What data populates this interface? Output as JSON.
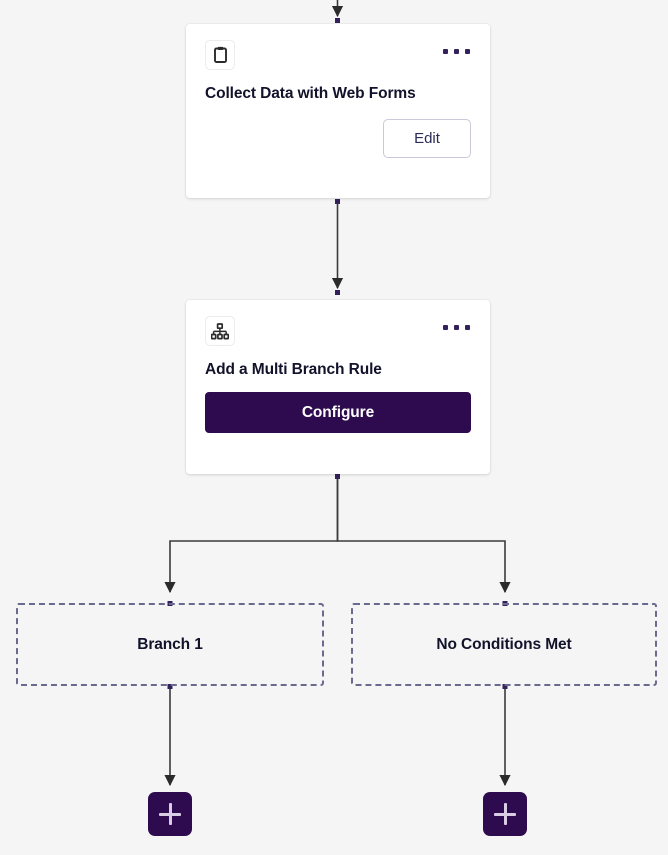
{
  "canvas": {
    "background_color": "#f5f5f5",
    "accent_color": "#2d0b4e",
    "connector_color": "#3b3b3b",
    "dot_color": "#33215c",
    "dashed_border_color": "#6a6a8e"
  },
  "nodes": [
    {
      "id": "collect-data",
      "icon": "clipboard-icon",
      "title": "Collect Data with Web Forms",
      "menu": "more-options-icon",
      "action_label": "Edit",
      "action_style": "outline"
    },
    {
      "id": "multi-branch-rule",
      "icon": "branch-hierarchy-icon",
      "title": "Add a Multi Branch Rule",
      "menu": "more-options-icon",
      "action_label": "Configure",
      "action_style": "primary"
    }
  ],
  "branches": [
    {
      "id": "branch-1",
      "label": "Branch 1",
      "add_label": "+"
    },
    {
      "id": "no-conditions-met",
      "label": "No Conditions Met",
      "add_label": "+"
    }
  ]
}
